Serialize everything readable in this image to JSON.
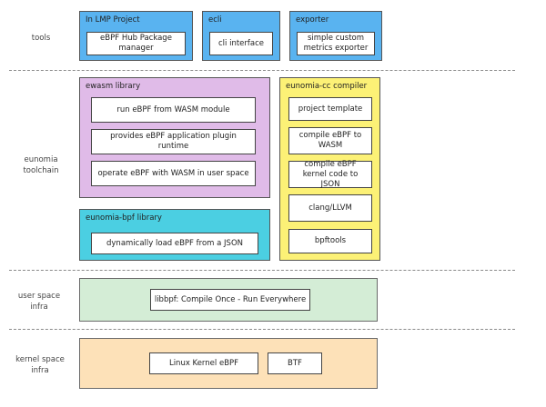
{
  "layers": {
    "tools": "tools",
    "eunomia": "eunomia\ntoolchain",
    "user_space": "user space\ninfra",
    "kernel_space": "kernel space\ninfra"
  },
  "tools": {
    "lmp": {
      "title": "In LMP Project",
      "item": "eBPF Hub Package manager"
    },
    "ecli": {
      "title": "ecli",
      "item": "cli interface"
    },
    "exporter": {
      "title": "exporter",
      "item": "simple custom metrics exporter"
    }
  },
  "ewasm": {
    "title": "ewasm library",
    "items": [
      "run eBPF from WASM module",
      "provides eBPF application plugin runtime",
      "operate eBPF with WASM in user space"
    ]
  },
  "bpf_lib": {
    "title": "eunomia-bpf library",
    "item": "dynamically load eBPF from a JSON"
  },
  "compiler": {
    "title": "eunomia-cc compiler",
    "items": [
      "project template",
      "compile eBPF to WASM",
      "compile eBPF kernel code to JSON",
      "clang/LLVM",
      "bpftools"
    ]
  },
  "user_infra": {
    "item": "libbpf: Compile Once - Run Everywhere"
  },
  "kernel_infra": {
    "items": [
      "Linux Kernel eBPF",
      "BTF"
    ]
  },
  "colors": {
    "tools": "#59b3f0",
    "ewasm": "#e0bbe8",
    "compiler": "#fcf176",
    "bpf_lib": "#4bcfe2",
    "user_infra": "#d4edd6",
    "kernel_infra": "#fde1b8"
  }
}
